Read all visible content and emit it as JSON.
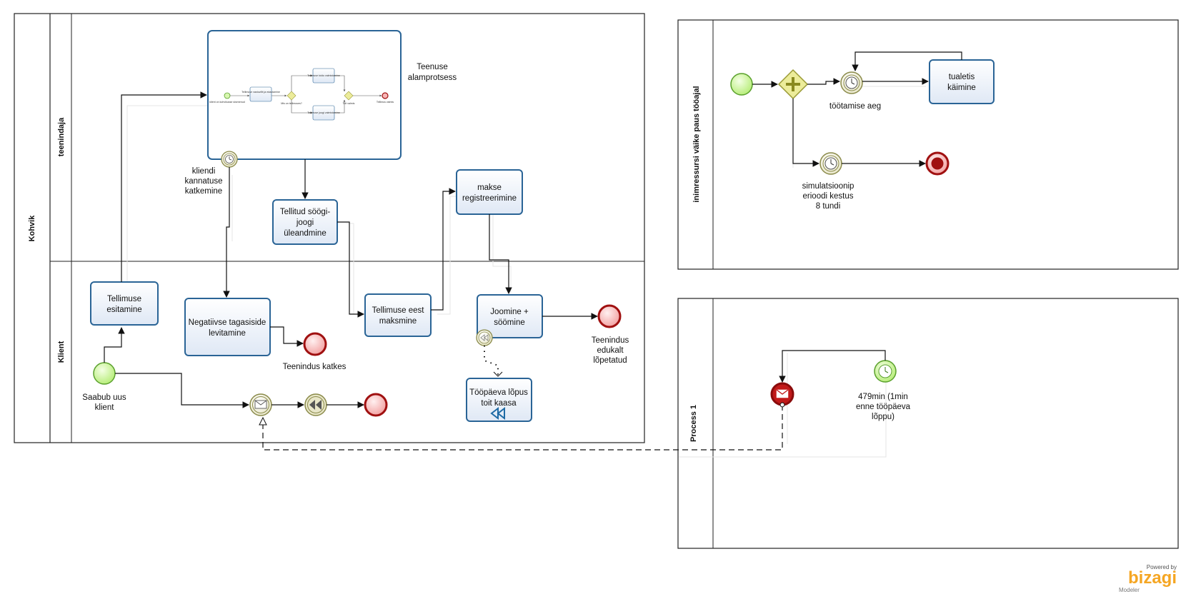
{
  "pools": {
    "kohvik": {
      "title": "Kohvik",
      "lane_teenindaja": "teenindaja",
      "lane_klient": "Klient"
    },
    "paus": {
      "title": "inimressursi väike paus tööajal"
    },
    "process1": {
      "title": "Process 1"
    }
  },
  "tasks": {
    "subprocess_label_1": "Teenuse",
    "subprocess_label_2": "alamprotsess",
    "tellitud_1": "Tellitud söögi-",
    "tellitud_2": "joogi",
    "tellitud_3": "üleandmine",
    "makse_1": "makse",
    "makse_2": "registreerimine",
    "tellimuse_esitamine_1": "Tellimuse",
    "tellimuse_esitamine_2": "esitamine",
    "negatiivse_1": "Negatiivse tagasiside",
    "negatiivse_2": "levitamine",
    "tellimuse_eest_1": "Tellimuse eest",
    "tellimuse_eest_2": "maksmine",
    "joomine_1": "Joomine +",
    "joomine_2": "söömine",
    "toopaeva_1": "Tööpäeva lõpus",
    "toopaeva_2": "toit kaasa",
    "tualetis_1": "tualetis",
    "tualetis_2": "käimine"
  },
  "labels": {
    "kliendi_1": "kliendi",
    "kliendi_2": "kannatuse",
    "kliendi_3": "katkemine",
    "saabub_1": "Saabub uus",
    "saabub_2": "klient",
    "teenindus_katkes": "Teenindus katkes",
    "edukalt_1": "Teenindus",
    "edukalt_2": "edukalt",
    "edukalt_3": "lõpetatud",
    "tootamise_aeg": "töötamise aeg",
    "simul_1": "simulatsioonip",
    "simul_2": "erioodi kestus",
    "simul_3": "8 tundi",
    "min_1": "479min (1min",
    "min_2": "enne tööpäeva",
    "min_3": "lõppu)"
  },
  "mini_subprocess": {
    "start": "klient on kohvikusse sisenenud",
    "task1": "Tellimuse vastuvõtt ja edastamine",
    "gw1": "Mis on tellimuses?",
    "task2": "Tellimuse toidu valmistamine",
    "task3": "Tellimuse joogi valmistamine",
    "gw2": "Toit valmis",
    "end": "Tellimus valmis"
  },
  "branding": {
    "powered": "Powered by",
    "name": "bizagi",
    "product": "Modeler"
  },
  "colors": {
    "task_border": "#2a6496",
    "task_fill_top": "#ffffff",
    "task_fill_bottom": "#dfe8f5",
    "start_fill": "#c6f28a",
    "start_stroke": "#5aa02c",
    "end_fill": "#f7b6b6",
    "end_stroke": "#a01010",
    "gateway_fill": "#ecec9a",
    "gateway_stroke": "#9a9a35",
    "timer_stroke": "#8a8a4a",
    "brand_orange": "#f5a623"
  }
}
